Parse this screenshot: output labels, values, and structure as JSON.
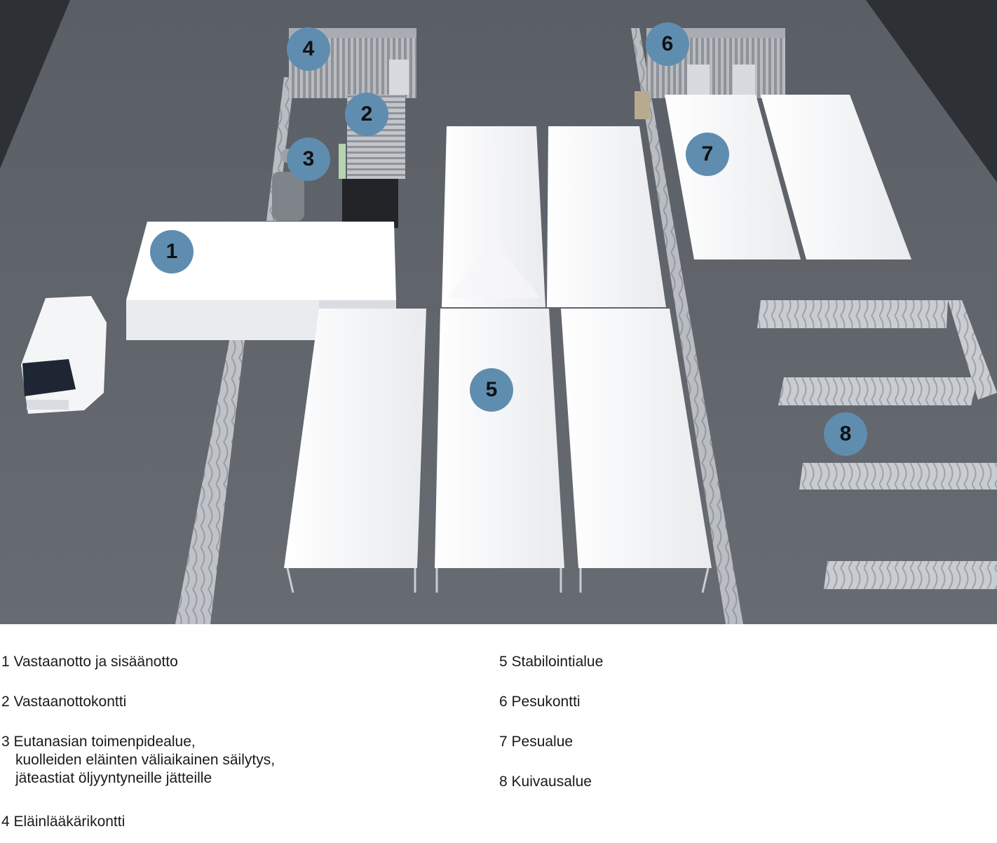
{
  "badges": [
    "1",
    "2",
    "3",
    "4",
    "5",
    "6",
    "7",
    "8"
  ],
  "legend": {
    "l1": "1 Vastaanotto ja sisäänotto",
    "l2": "2 Vastaanottokontti",
    "l3a": "3 Eutanasian toimenpidealue,",
    "l3b": "kuolleiden eläinten väliaikainen säilytys,",
    "l3c": "jäteastiat öljyyntyneille jätteille",
    "l4": "4 Eläinlääkärikontti",
    "l5": "5 Stabilointialue",
    "l6": "6 Pesukontti",
    "l7": "7 Pesualue",
    "l8": "8 Kuivausalue"
  },
  "colors": {
    "badge": "#5f8db0",
    "floor": "#5b5f66",
    "wall": "#3c3f45",
    "tent": "#ffffff"
  }
}
